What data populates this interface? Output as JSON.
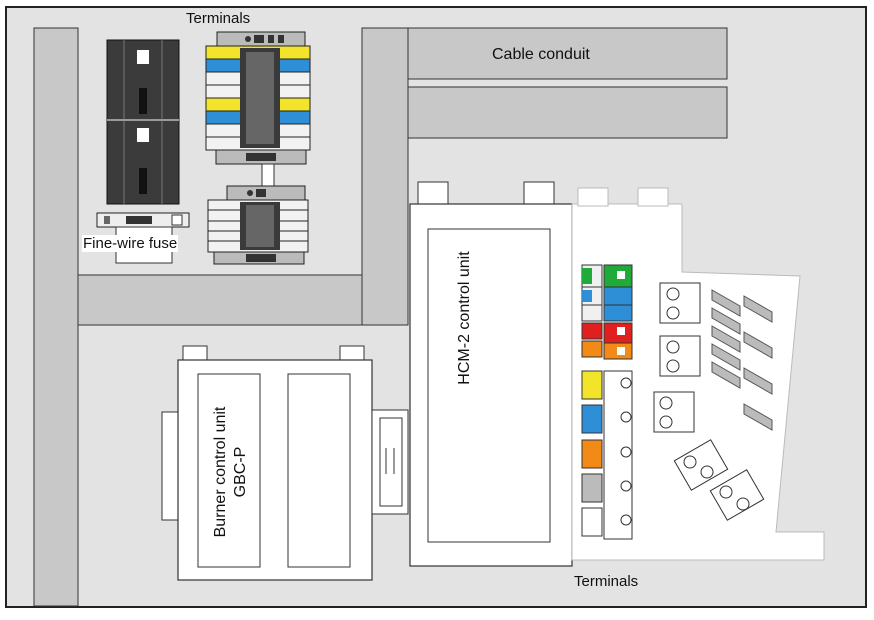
{
  "diagram": {
    "labels": {
      "terminals_top": "Terminals",
      "cable_conduit": "Cable conduit",
      "fine_wire_fuse": "Fine-wire fuse",
      "terminals_bottom": "Terminals",
      "hcm2_control_unit": "HCM-2 control unit",
      "burner_control_unit_line1": "Burner control unit",
      "burner_control_unit_line2": "GBC-P"
    },
    "colors": {
      "background": "#e3e3e3",
      "frame": "#222222",
      "rail": "#c8c8c8",
      "terminal_yellow": "#f2e42a",
      "terminal_blue": "#2e8fd6",
      "terminal_green": "#1faa3a",
      "terminal_red": "#e0201f",
      "terminal_orange": "#f28a17",
      "terminal_dark": "#3a3a3a"
    }
  }
}
